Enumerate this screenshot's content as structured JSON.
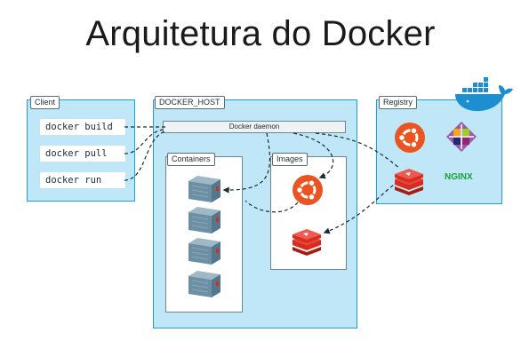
{
  "title": "Arquitetura do Docker",
  "client": {
    "label": "Client",
    "commands": [
      "docker build",
      "docker pull",
      "docker run"
    ]
  },
  "docker_host": {
    "label": "DOCKER_HOST",
    "daemon_label": "Docker daemon",
    "containers_label": "Containers",
    "images_label": "Images"
  },
  "registry": {
    "label": "Registry",
    "nginx_label": "NGINX"
  },
  "colors": {
    "panel_fill": "#bfe7f8",
    "panel_border": "#1ea0d6",
    "ubuntu": "#e95420",
    "redis": "#d82c20",
    "container_body": "#6d8fa3",
    "nginx": "#1d9e3a",
    "docker_whale": "#1d8fd0"
  },
  "icons": [
    "docker-whale-icon",
    "ubuntu-icon",
    "redis-icon",
    "container-icon",
    "centos-icon"
  ]
}
